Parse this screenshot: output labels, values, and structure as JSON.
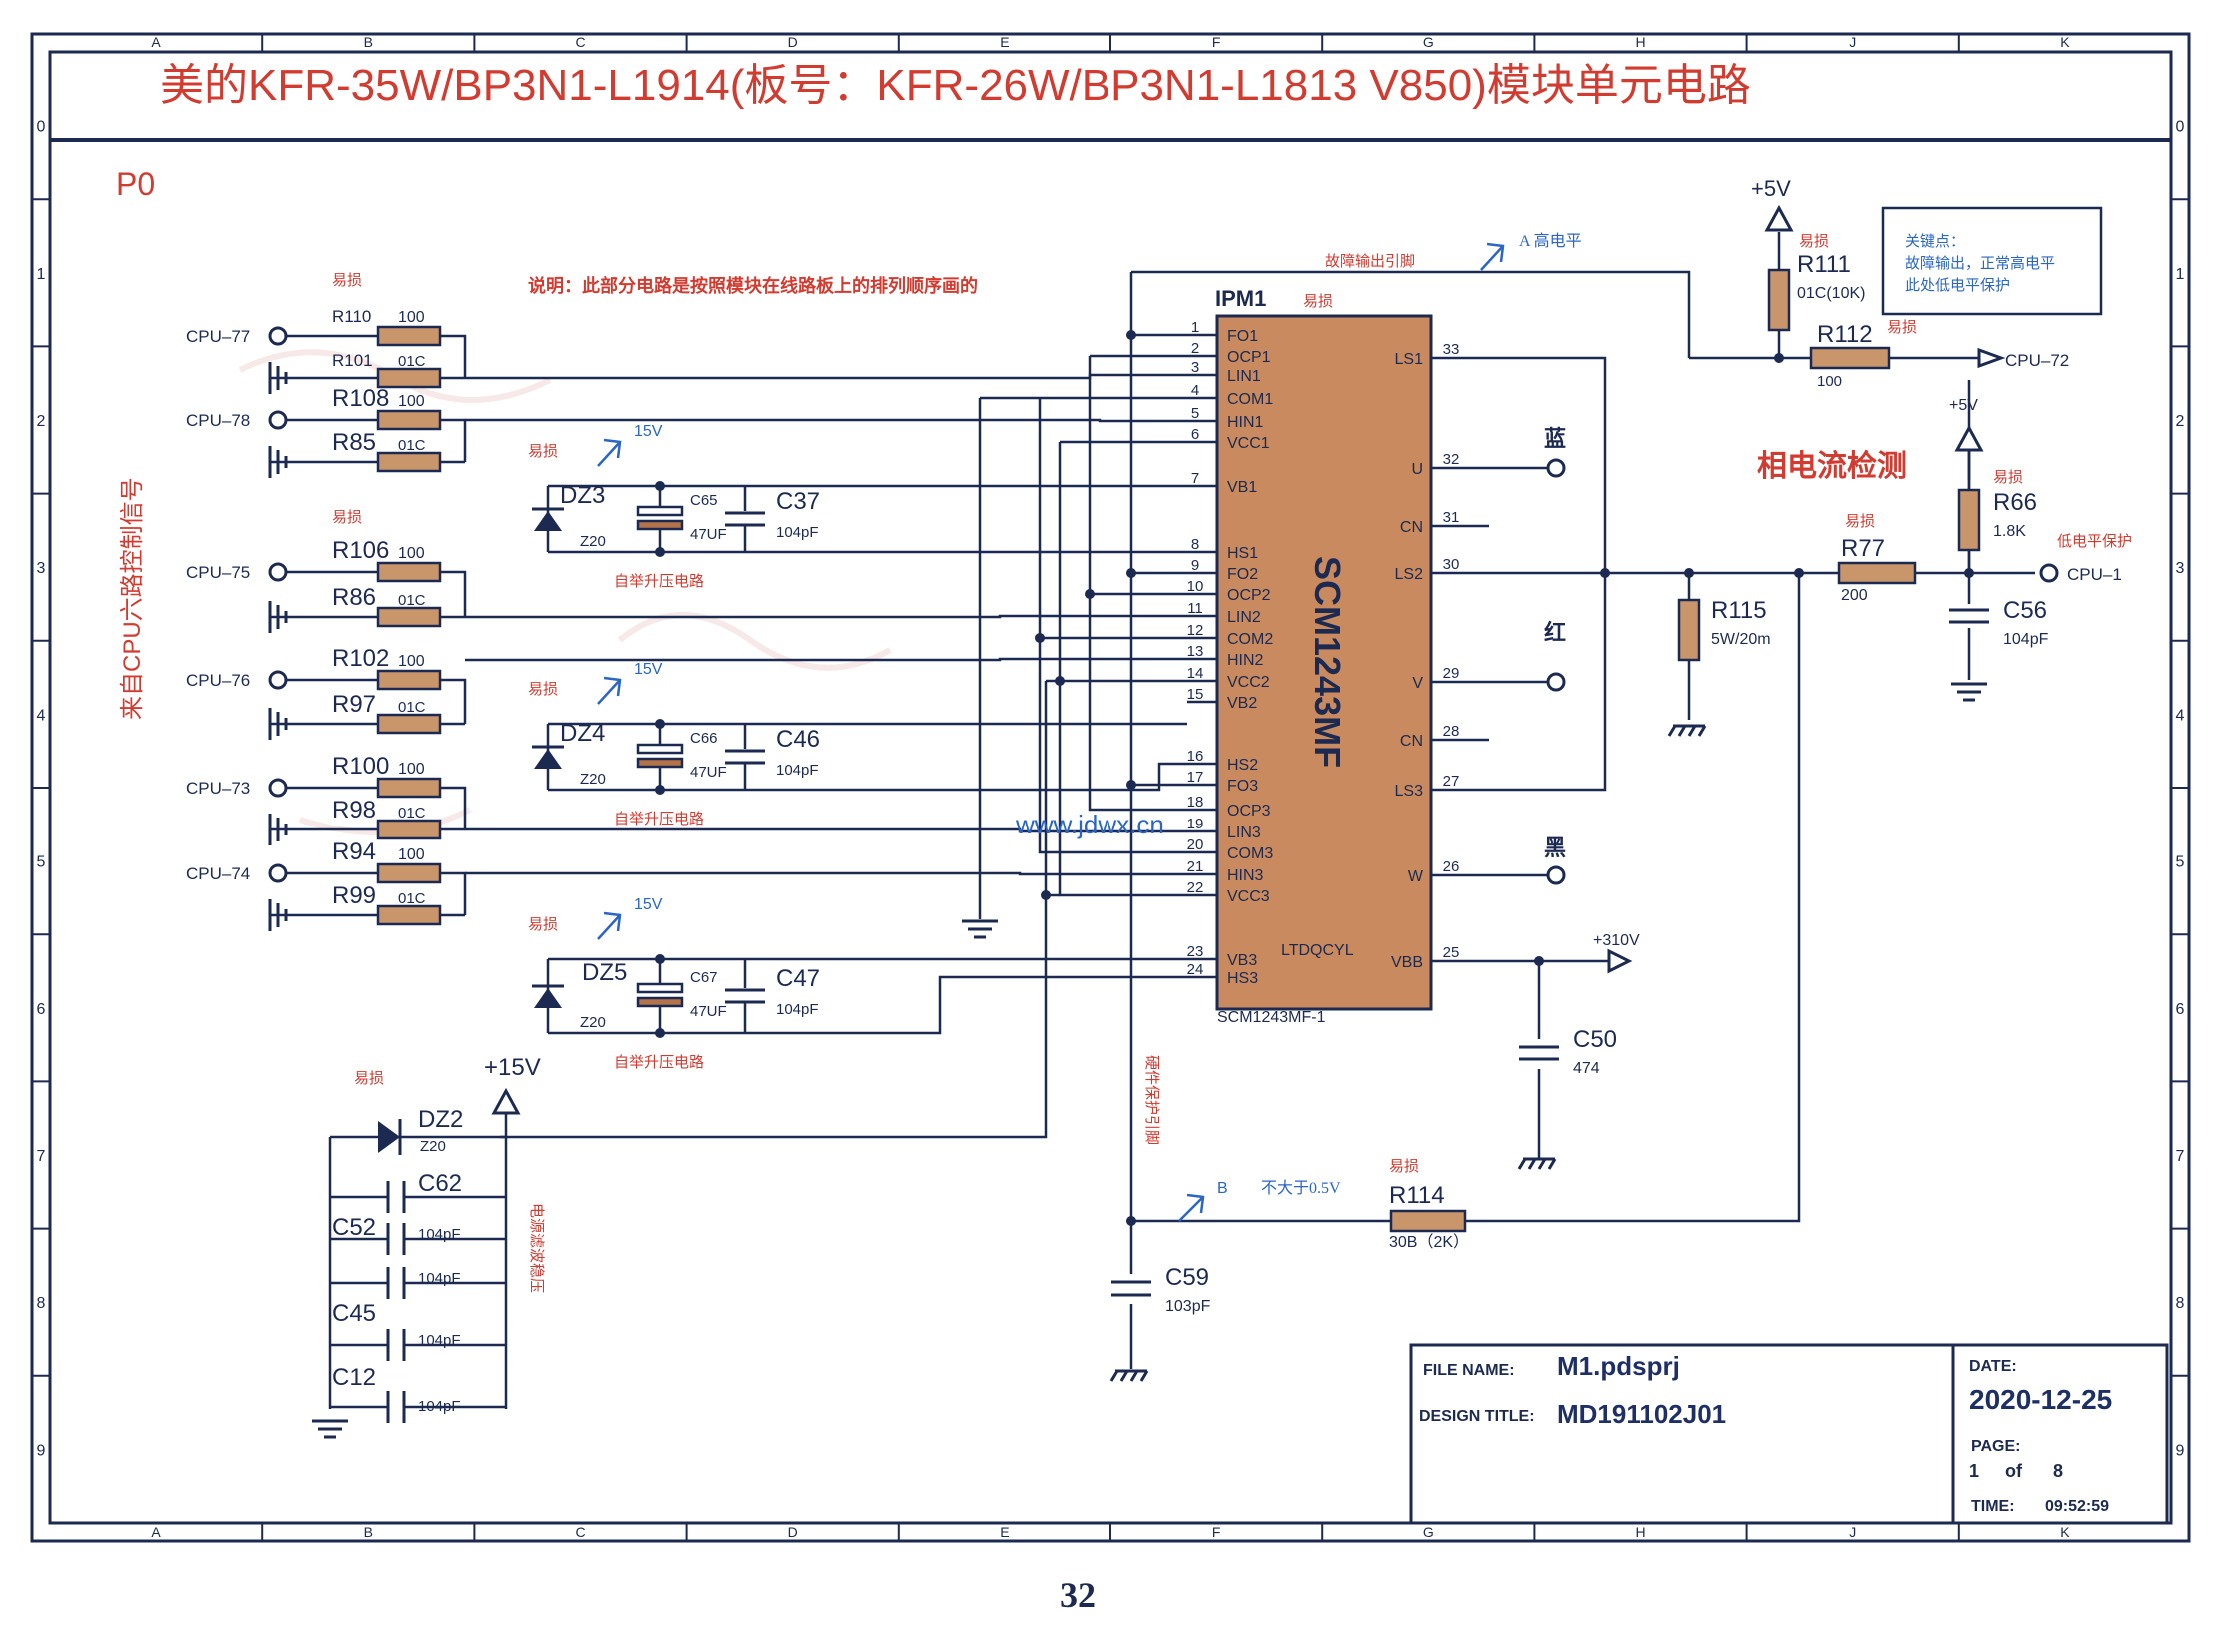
{
  "title": "美的KFR-35W/BP3N1-L1914(板号：KFR-26W/BP3N1-L1813 V850)模块单元电路",
  "sheet_label": "P0",
  "note": "说明：此部分电路是按照模块在线路板上的排列顺序画的",
  "left_side_label": "来自CPU六路控制信号",
  "frame": {
    "columns": [
      "A",
      "B",
      "C",
      "D",
      "E",
      "F",
      "G",
      "H",
      "J",
      "K"
    ],
    "rows": [
      "0",
      "1",
      "2",
      "3",
      "4",
      "5",
      "6",
      "7",
      "8",
      "9"
    ]
  },
  "colors": {
    "wire": "#1c2a52",
    "resistor": "#c9956a",
    "chip": "#c88a5e",
    "red": "#d23b30",
    "blue": "#2a66c4",
    "stamp": "#e0a8a0"
  },
  "easy_damage": "易损",
  "inputs": [
    {
      "cpu": "CPU–77",
      "rs": "R110",
      "rs_val": "100",
      "rp": "R101",
      "rp_val": "01C"
    },
    {
      "cpu": "CPU–78",
      "rs": "R108",
      "rs_val": "100",
      "rp": "R85",
      "rp_val": "01C"
    },
    {
      "cpu": "CPU–75",
      "rs": "R106",
      "rs_val": "100",
      "rp": "R86",
      "rp_val": "01C"
    },
    {
      "cpu": "CPU–76",
      "rs": "R102",
      "rs_val": "100",
      "rp": "R97",
      "rp_val": "01C"
    },
    {
      "cpu": "CPU–73",
      "rs": "R100",
      "rs_val": "100",
      "rp": "R98",
      "rp_val": "01C"
    },
    {
      "cpu": "CPU–74",
      "rs": "R94",
      "rs_val": "100",
      "rp": "R99",
      "rp_val": "01C"
    }
  ],
  "bootstrap": [
    {
      "dz": "DZ3",
      "dz_val": "Z20",
      "ce": "C65",
      "ce_val": "47UF",
      "c": "C37",
      "c_val": "104pF",
      "v": "15V",
      "label": "自举升压电路"
    },
    {
      "dz": "DZ4",
      "dz_val": "Z20",
      "ce": "C66",
      "ce_val": "47UF",
      "c": "C46",
      "c_val": "104pF",
      "v": "15V",
      "label": "自举升压电路"
    },
    {
      "dz": "DZ5",
      "dz_val": "Z20",
      "ce": "C67",
      "ce_val": "47UF",
      "c": "C47",
      "c_val": "104pF",
      "v": "15V",
      "label": "自举升压电路"
    }
  ],
  "ipm": {
    "ref": "IPM1",
    "name": "SCM1243MF",
    "part": "SCM1243MF-1",
    "maker": "LTDQCYL",
    "left_pins": [
      {
        "n": "1",
        "name": "FO1"
      },
      {
        "n": "2",
        "name": "OCP1"
      },
      {
        "n": "3",
        "name": "LIN1"
      },
      {
        "n": "4",
        "name": "COM1"
      },
      {
        "n": "5",
        "name": "HIN1"
      },
      {
        "n": "6",
        "name": "VCC1"
      },
      {
        "n": "7",
        "name": "VB1"
      },
      {
        "n": "8",
        "name": "HS1"
      },
      {
        "n": "9",
        "name": "FO2"
      },
      {
        "n": "10",
        "name": "OCP2"
      },
      {
        "n": "11",
        "name": "LIN2"
      },
      {
        "n": "12",
        "name": "COM2"
      },
      {
        "n": "13",
        "name": "HIN2"
      },
      {
        "n": "14",
        "name": "VCC2"
      },
      {
        "n": "15",
        "name": "VB2"
      },
      {
        "n": "16",
        "name": "HS2"
      },
      {
        "n": "17",
        "name": "FO3"
      },
      {
        "n": "18",
        "name": "OCP3"
      },
      {
        "n": "19",
        "name": "LIN3"
      },
      {
        "n": "20",
        "name": "COM3"
      },
      {
        "n": "21",
        "name": "HIN3"
      },
      {
        "n": "22",
        "name": "VCC3"
      },
      {
        "n": "23",
        "name": "VB3"
      },
      {
        "n": "24",
        "name": "HS3"
      }
    ],
    "right_pins": [
      {
        "n": "33",
        "name": "LS1"
      },
      {
        "n": "32",
        "name": "U"
      },
      {
        "n": "31",
        "name": "CN"
      },
      {
        "n": "30",
        "name": "LS2"
      },
      {
        "n": "29",
        "name": "V"
      },
      {
        "n": "28",
        "name": "CN"
      },
      {
        "n": "27",
        "name": "LS3"
      },
      {
        "n": "26",
        "name": "W"
      },
      {
        "n": "25",
        "name": "VBB"
      }
    ]
  },
  "outputs": {
    "u_color": "蓝",
    "v_color": "红",
    "w_color": "黑"
  },
  "labels": {
    "fault_pin": "故障输出引脚",
    "a_high": "A 高电平",
    "b_label": "B",
    "b_note": "不大于0.5V",
    "phase_current": "相电流检测",
    "low_protect": "低电平保护",
    "key_title": "关键点：",
    "key_line1": "故障输出，正常高电平",
    "key_line2": "此处低电平保护",
    "hw_protect": "硬件保护引脚",
    "filter_note": "电源滤波稳压",
    "plus5v_1": "+5V",
    "plus5v_2": "+5V",
    "plus15v": "+15V",
    "plus310v": "+310V",
    "cpu72": "CPU–72",
    "cpu1": "CPU–1",
    "watermark": "www.jdwx.cn"
  },
  "parts": {
    "R111": {
      "ref": "R111",
      "val": "01C(10K)"
    },
    "R112": {
      "ref": "R112",
      "val": "100"
    },
    "R66": {
      "ref": "R66",
      "val": "1.8K"
    },
    "R77": {
      "ref": "R77",
      "val": "200"
    },
    "R115": {
      "ref": "R115",
      "val": "5W/20m"
    },
    "C56": {
      "ref": "C56",
      "val": "104pF"
    },
    "C50": {
      "ref": "C50",
      "val": "474"
    },
    "R114": {
      "ref": "R114",
      "val": "30B（2K）"
    },
    "C59": {
      "ref": "C59",
      "val": "103pF"
    },
    "DZ2": {
      "ref": "DZ2",
      "val": "Z20"
    },
    "C62": {
      "ref": "C62",
      "val": "104pF"
    },
    "C52": {
      "ref": "C52",
      "val": "104pF"
    },
    "C45": {
      "ref": "C45",
      "val": "104pF"
    },
    "C12": {
      "ref": "C12",
      "val": "104pF"
    }
  },
  "title_block": {
    "file_label": "FILE NAME:",
    "file": "M1.pdsprj",
    "design_label": "DESIGN TITLE:",
    "design": "MD191102J01",
    "date_label": "DATE:",
    "date": "2020-12-25",
    "page_label": "PAGE:",
    "page_cur": "1",
    "page_of": "of",
    "page_total": "8",
    "time_label": "TIME:",
    "time": "09:52:59"
  },
  "page_number": "32"
}
